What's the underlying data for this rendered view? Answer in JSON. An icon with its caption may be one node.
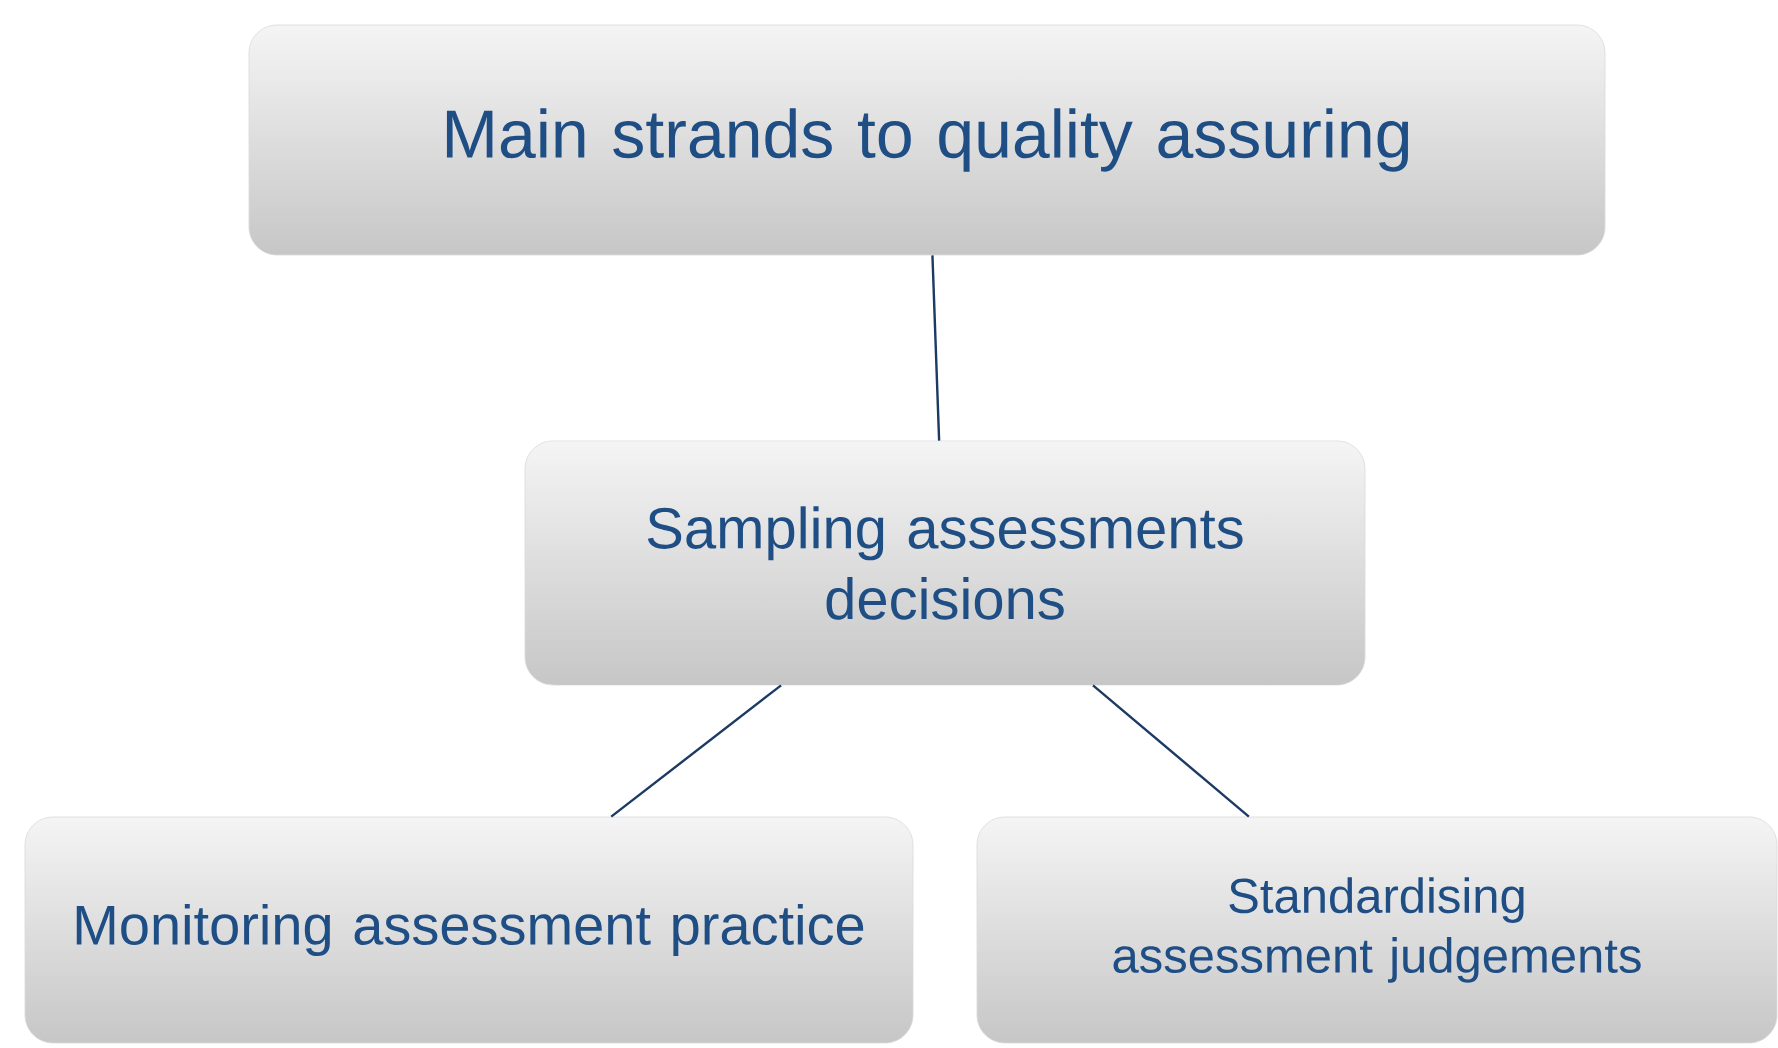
{
  "diagram": {
    "nodes": [
      {
        "text": [
          "Main strands to quality assuring"
        ]
      },
      {
        "text": [
          "Sampling assessments decisions"
        ]
      },
      {
        "text": [
          "Monitoring assessment practice"
        ]
      },
      {
        "text": [
          "Standardising assessment judgements"
        ]
      }
    ],
    "edges": [
      {
        "from": 0,
        "to": 1,
        "arrow": "none"
      },
      {
        "from": 1,
        "to": 2,
        "arrow": "none"
      },
      {
        "from": 1,
        "to": 3,
        "arrow": "none"
      }
    ]
  }
}
